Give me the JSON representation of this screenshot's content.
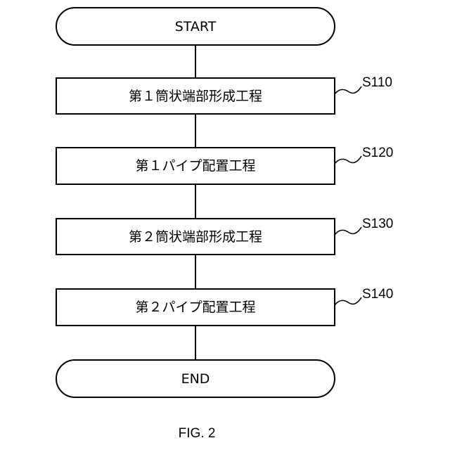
{
  "start": {
    "label": "START"
  },
  "steps": [
    {
      "text": "第１筒状端部形成工程",
      "id": "S110"
    },
    {
      "text": "第１パイプ配置工程",
      "id": "S120"
    },
    {
      "text": "第２筒状端部形成工程",
      "id": "S130"
    },
    {
      "text": "第２パイプ配置工程",
      "id": "S140"
    }
  ],
  "end": {
    "label": "END"
  },
  "caption": "FIG. 2"
}
